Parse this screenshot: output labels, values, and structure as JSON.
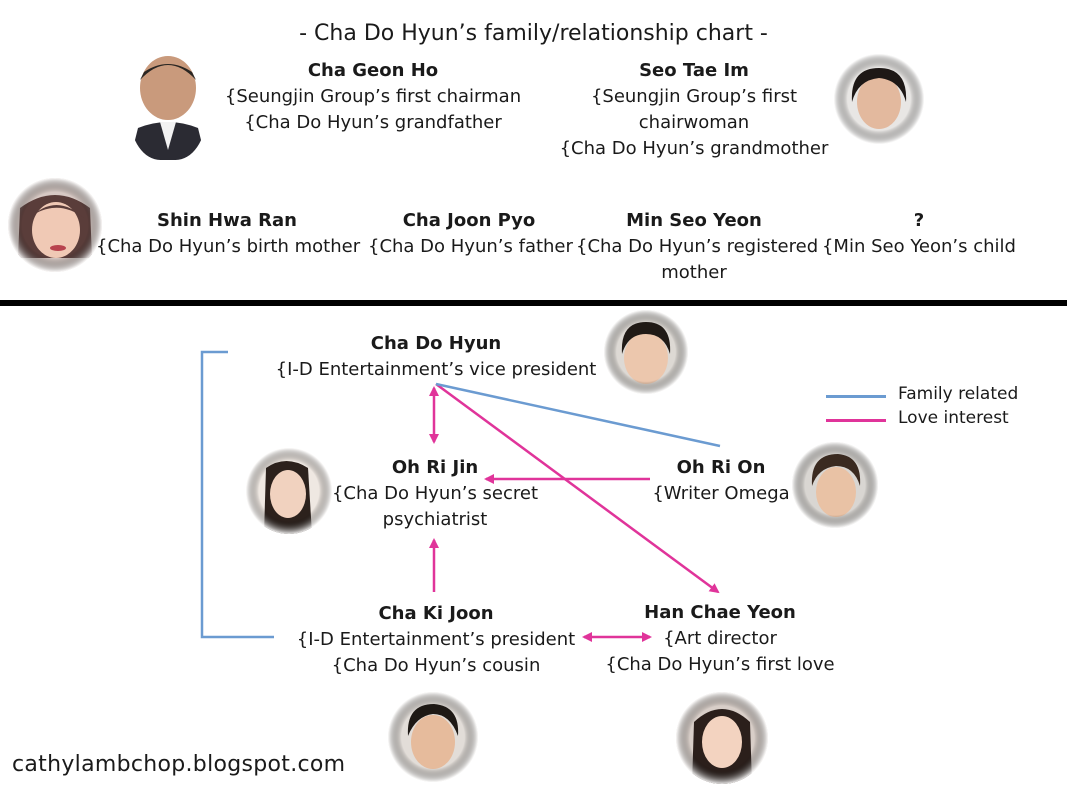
{
  "title": "- Cha Do Hyun’s family/relationship chart -",
  "watermark": "cathylambchop.blogspot.com",
  "colors": {
    "family": "#6b9bd1",
    "love": "#e0349a",
    "divider": "#000000"
  },
  "legend": {
    "family": "Family related",
    "love": "Love interest"
  },
  "people": {
    "cha_geon_ho": {
      "name": "Cha Geon Ho",
      "lines": [
        "{Seungjin Group’s first chairman",
        "{Cha Do Hyun’s grandfather"
      ]
    },
    "seo_tae_im": {
      "name": "Seo Tae Im",
      "lines": [
        "{Seungjin Group’s first",
        "chairwoman",
        "{Cha Do Hyun’s grandmother"
      ]
    },
    "shin_hwa_ran": {
      "name": "Shin Hwa Ran",
      "lines": [
        "{Cha Do Hyun’s birth mother"
      ]
    },
    "cha_joon_pyo": {
      "name": "Cha Joon Pyo",
      "lines": [
        "{Cha Do Hyun’s father"
      ]
    },
    "min_seo_yeon": {
      "name": "Min Seo Yeon",
      "lines": [
        "{Cha Do Hyun’s registered",
        "mother"
      ]
    },
    "unknown": {
      "name": "?",
      "lines": [
        "{Min Seo Yeon’s child"
      ]
    },
    "cha_do_hyun": {
      "name": "Cha Do Hyun",
      "lines": [
        "{I-D Entertainment’s vice president"
      ]
    },
    "oh_ri_jin": {
      "name": "Oh Ri Jin",
      "lines": [
        "{Cha Do Hyun’s secret",
        "psychiatrist"
      ]
    },
    "oh_ri_on": {
      "name": "Oh Ri On",
      "lines": [
        "{Writer Omega"
      ]
    },
    "cha_ki_joon": {
      "name": "Cha Ki Joon",
      "lines": [
        "{I-D Entertainment’s president",
        "{Cha Do Hyun’s cousin"
      ]
    },
    "han_chae_yeon": {
      "name": "Han Chae Yeon",
      "lines": [
        "{Art director",
        "{Cha Do Hyun’s first love"
      ]
    }
  },
  "relations": [
    {
      "from": "cha_do_hyun",
      "to": "oh_ri_jin",
      "type": "love",
      "direction": "both"
    },
    {
      "from": "cha_do_hyun",
      "to": "han_chae_yeon",
      "type": "love",
      "direction": "to"
    },
    {
      "from": "cha_do_hyun",
      "to": "oh_ri_on",
      "type": "family",
      "direction": "none"
    },
    {
      "from": "oh_ri_on",
      "to": "oh_ri_jin",
      "type": "love",
      "direction": "to"
    },
    {
      "from": "cha_ki_joon",
      "to": "oh_ri_jin",
      "type": "love",
      "direction": "to"
    },
    {
      "from": "cha_ki_joon",
      "to": "han_chae_yeon",
      "type": "love",
      "direction": "both"
    },
    {
      "from": "cha_do_hyun",
      "to": "cha_ki_joon",
      "type": "family",
      "direction": "none"
    }
  ]
}
